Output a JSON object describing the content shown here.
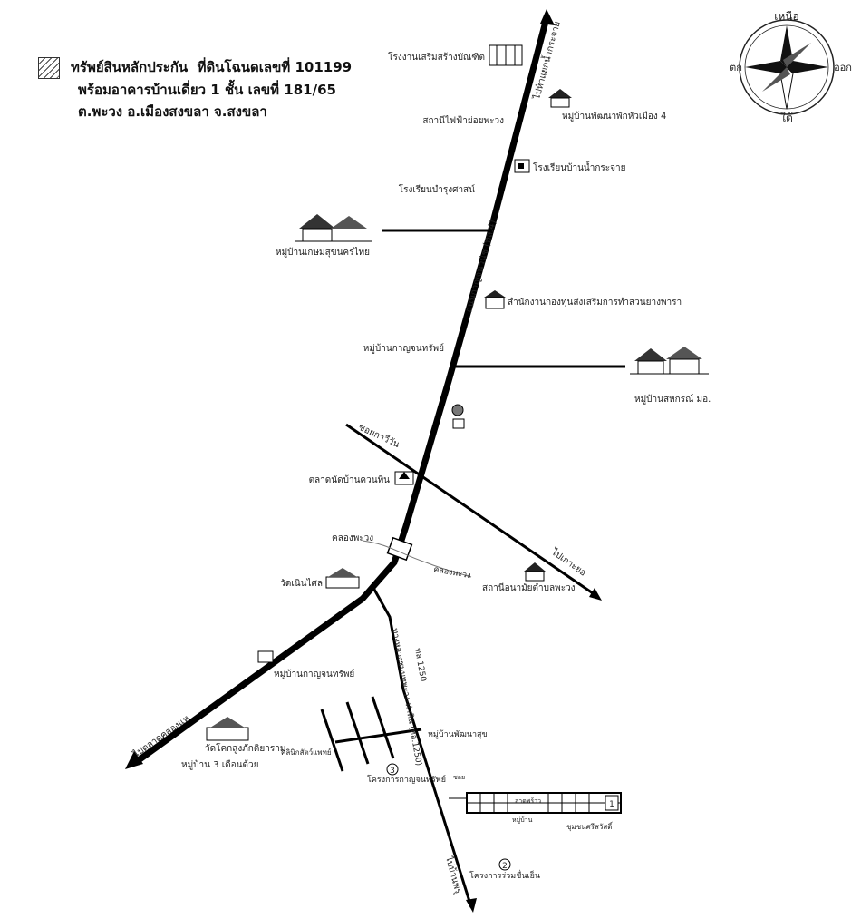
{
  "legend": {
    "title": "ทรัพย์สินหลักประกัน",
    "deed": "ที่ดินโฉนดเลขที่ 101199",
    "building": "พร้อมอาคารบ้านเดี่ยว 1 ชั้น เลขที่ 181/65",
    "address": "ต.พะวง อ.เมืองสงขลา จ.สงขลา"
  },
  "compass": {
    "north": "เหนือ",
    "south": "ใต้",
    "east": "ออก",
    "west": "ตก"
  },
  "roads": {
    "main_road": "ถนนกาญจนวนิช (ทล.4)",
    "to_hatyai": "ไปห้าแยกน้ำกระจาย",
    "to_pattani": "ไปตลาดคลองแห",
    "to_ban_phru": "ไปบ้านพรุ",
    "side_road": "ซอยกาวีวัน",
    "to_ko_yo": "ไปเกาะยอ",
    "canal": "คลองพะวง",
    "canal_label": "คลองพะวง",
    "route_1250": "ทางหลวงชนบทพะวง-ท่าหิน (ทล.1250)",
    "route_no": "ทล.1250"
  },
  "places": {
    "hospital": "โรงงานเสริมสร้างบัณฑิต",
    "village_4": "หมู่บ้านพัฒนาพักหัวเมือง 4",
    "power_station": "สถานีไฟฟ้าย่อยพะวง",
    "school_1": "โรงเรียนบ้านน้ำกระจาย",
    "school_2": "โรงเรียนบำรุงศาสน์",
    "village_kasem": "หมู่บ้านเกษมสุขนครไทย",
    "office": "สำนักงานกองทุนส่งเสริมการทำสวนยางพารา",
    "village_kanchana": "หมู่บ้านกาญจนทรัพย์",
    "village_sahakon": "หมู่บ้านสหกรณ์ มอ.",
    "market": "ตลาดนัดบ้านควนทิน",
    "health_center": "สถานีอนามัยตำบลพะวง",
    "temple": "วัดเนินไศล",
    "village_kanchana_2": "หมู่บ้านกาญจนทรัพย์",
    "temple_2": "วัดโคกสูงภักดิยาราม",
    "village_3": "หมู่บ้าน 3 เดือนด้วย",
    "project_3": "โครงการกาญจนทรัพย์",
    "project_2": "โครงการร่วมชื่นเย็น",
    "village_pattana": "หมู่บ้านพัฒนาสุข",
    "shop": "คลินิกสัตว์แพทย์",
    "community": "ชุมชนศรีสวัสดิ์",
    "soi_name": "ซอย",
    "circle_1": "1",
    "circle_2": "2",
    "circle_3": "3",
    "lot_label": "ลาดพร้าว",
    "lot_label_2": "หมู่บ้าน"
  },
  "colors": {
    "road": "#000000",
    "ink": "#222222",
    "background": "#ffffff"
  }
}
